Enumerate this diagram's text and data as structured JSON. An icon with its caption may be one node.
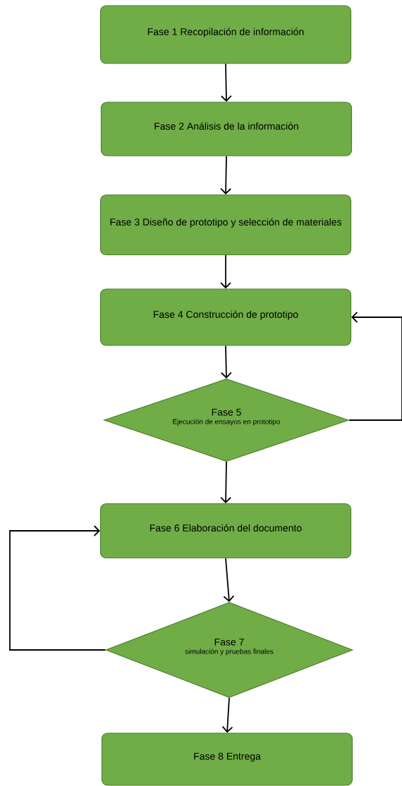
{
  "diagram": {
    "nodes": [
      {
        "text": [
          "Fase 1 Recopilación de información"
        ]
      },
      {
        "text": [
          "Fase 2 Análisis de la información"
        ]
      },
      {
        "text": [
          "Fase 3 Diseño de prototipo y selección de materiales"
        ]
      },
      {
        "text": [
          "Fase 4 Construcción de prototipo"
        ]
      },
      {
        "text": [
          "Fase 5",
          "Ejecución de ensayos en prototipo"
        ]
      },
      {
        "text": [
          "Fase 6 Elaboración del documento"
        ]
      },
      {
        "text": [
          "Fase 7",
          "simulación y pruebas finales"
        ]
      },
      {
        "text": [
          "Fase 8 Entrega"
        ]
      }
    ],
    "edges": [
      {
        "from": 0,
        "to": 1,
        "arrow": "to"
      },
      {
        "from": 1,
        "to": 2,
        "arrow": "to"
      },
      {
        "from": 2,
        "to": 3,
        "arrow": "to"
      },
      {
        "from": 3,
        "to": 4,
        "arrow": "to"
      },
      {
        "from": 4,
        "to": 5,
        "arrow": "to"
      },
      {
        "from": 5,
        "to": 6,
        "arrow": "to"
      },
      {
        "from": 6,
        "to": 7,
        "arrow": "to"
      },
      {
        "from": 4,
        "to": 3,
        "arrow": "to"
      },
      {
        "from": 6,
        "to": 5,
        "arrow": "to"
      }
    ]
  }
}
